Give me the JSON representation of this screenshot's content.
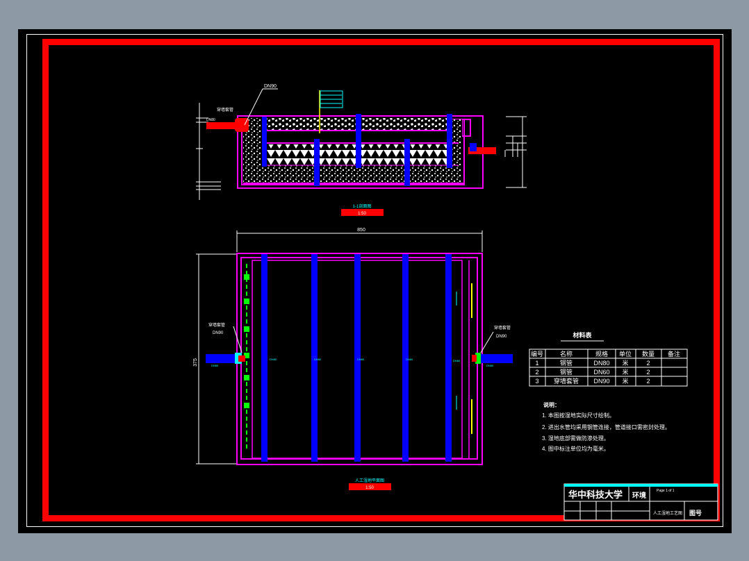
{
  "section": {
    "caption": "1-1剖面图",
    "scale": "1:50",
    "label_inlet": "穿墙套管",
    "label_top": "DN90",
    "label_small_left": "DN80"
  },
  "plan": {
    "caption": "人工湿地平面图",
    "scale": "1:50",
    "dim_width": "850",
    "dim_height": "375",
    "inlet_label": "穿墙套管",
    "inlet_size": "DN90",
    "outlet_label": "穿墙套管",
    "outlet_size": "DN90",
    "pipe_label": "DN60",
    "inlet_small": "DN80",
    "outlet_small": "DN80"
  },
  "materials": {
    "title": "材料表",
    "headers": [
      "编号",
      "名称",
      "规格",
      "单位",
      "数量",
      "备注"
    ],
    "rows": [
      [
        "1",
        "钢管",
        "DN80",
        "米",
        "2",
        ""
      ],
      [
        "2",
        "钢管",
        "DN60",
        "米",
        "2",
        ""
      ],
      [
        "3",
        "穿墙套管",
        "DN90",
        "米",
        "2",
        ""
      ]
    ]
  },
  "notes": {
    "title": "说明：",
    "items": [
      "1. 本图按湿地实际尺寸绘制。",
      "2. 进出水管均采用钢管连接，管道接口需密封处理。",
      "3. 湿地底部需做防渗处理。",
      "4. 图中标注单位均为毫米。"
    ]
  },
  "title_block": {
    "school": "华中科技大学",
    "dept": "环境",
    "drawing_name": "人工湿地工艺图",
    "drawing_no": "图号",
    "small": "Page 1 of 1"
  },
  "colors": {
    "sheet": "#000000",
    "border": "#ff0000",
    "wall": "#ff00ff",
    "pipe": "#0000ff",
    "cyan": "#00ffff",
    "green": "#00ff00"
  }
}
